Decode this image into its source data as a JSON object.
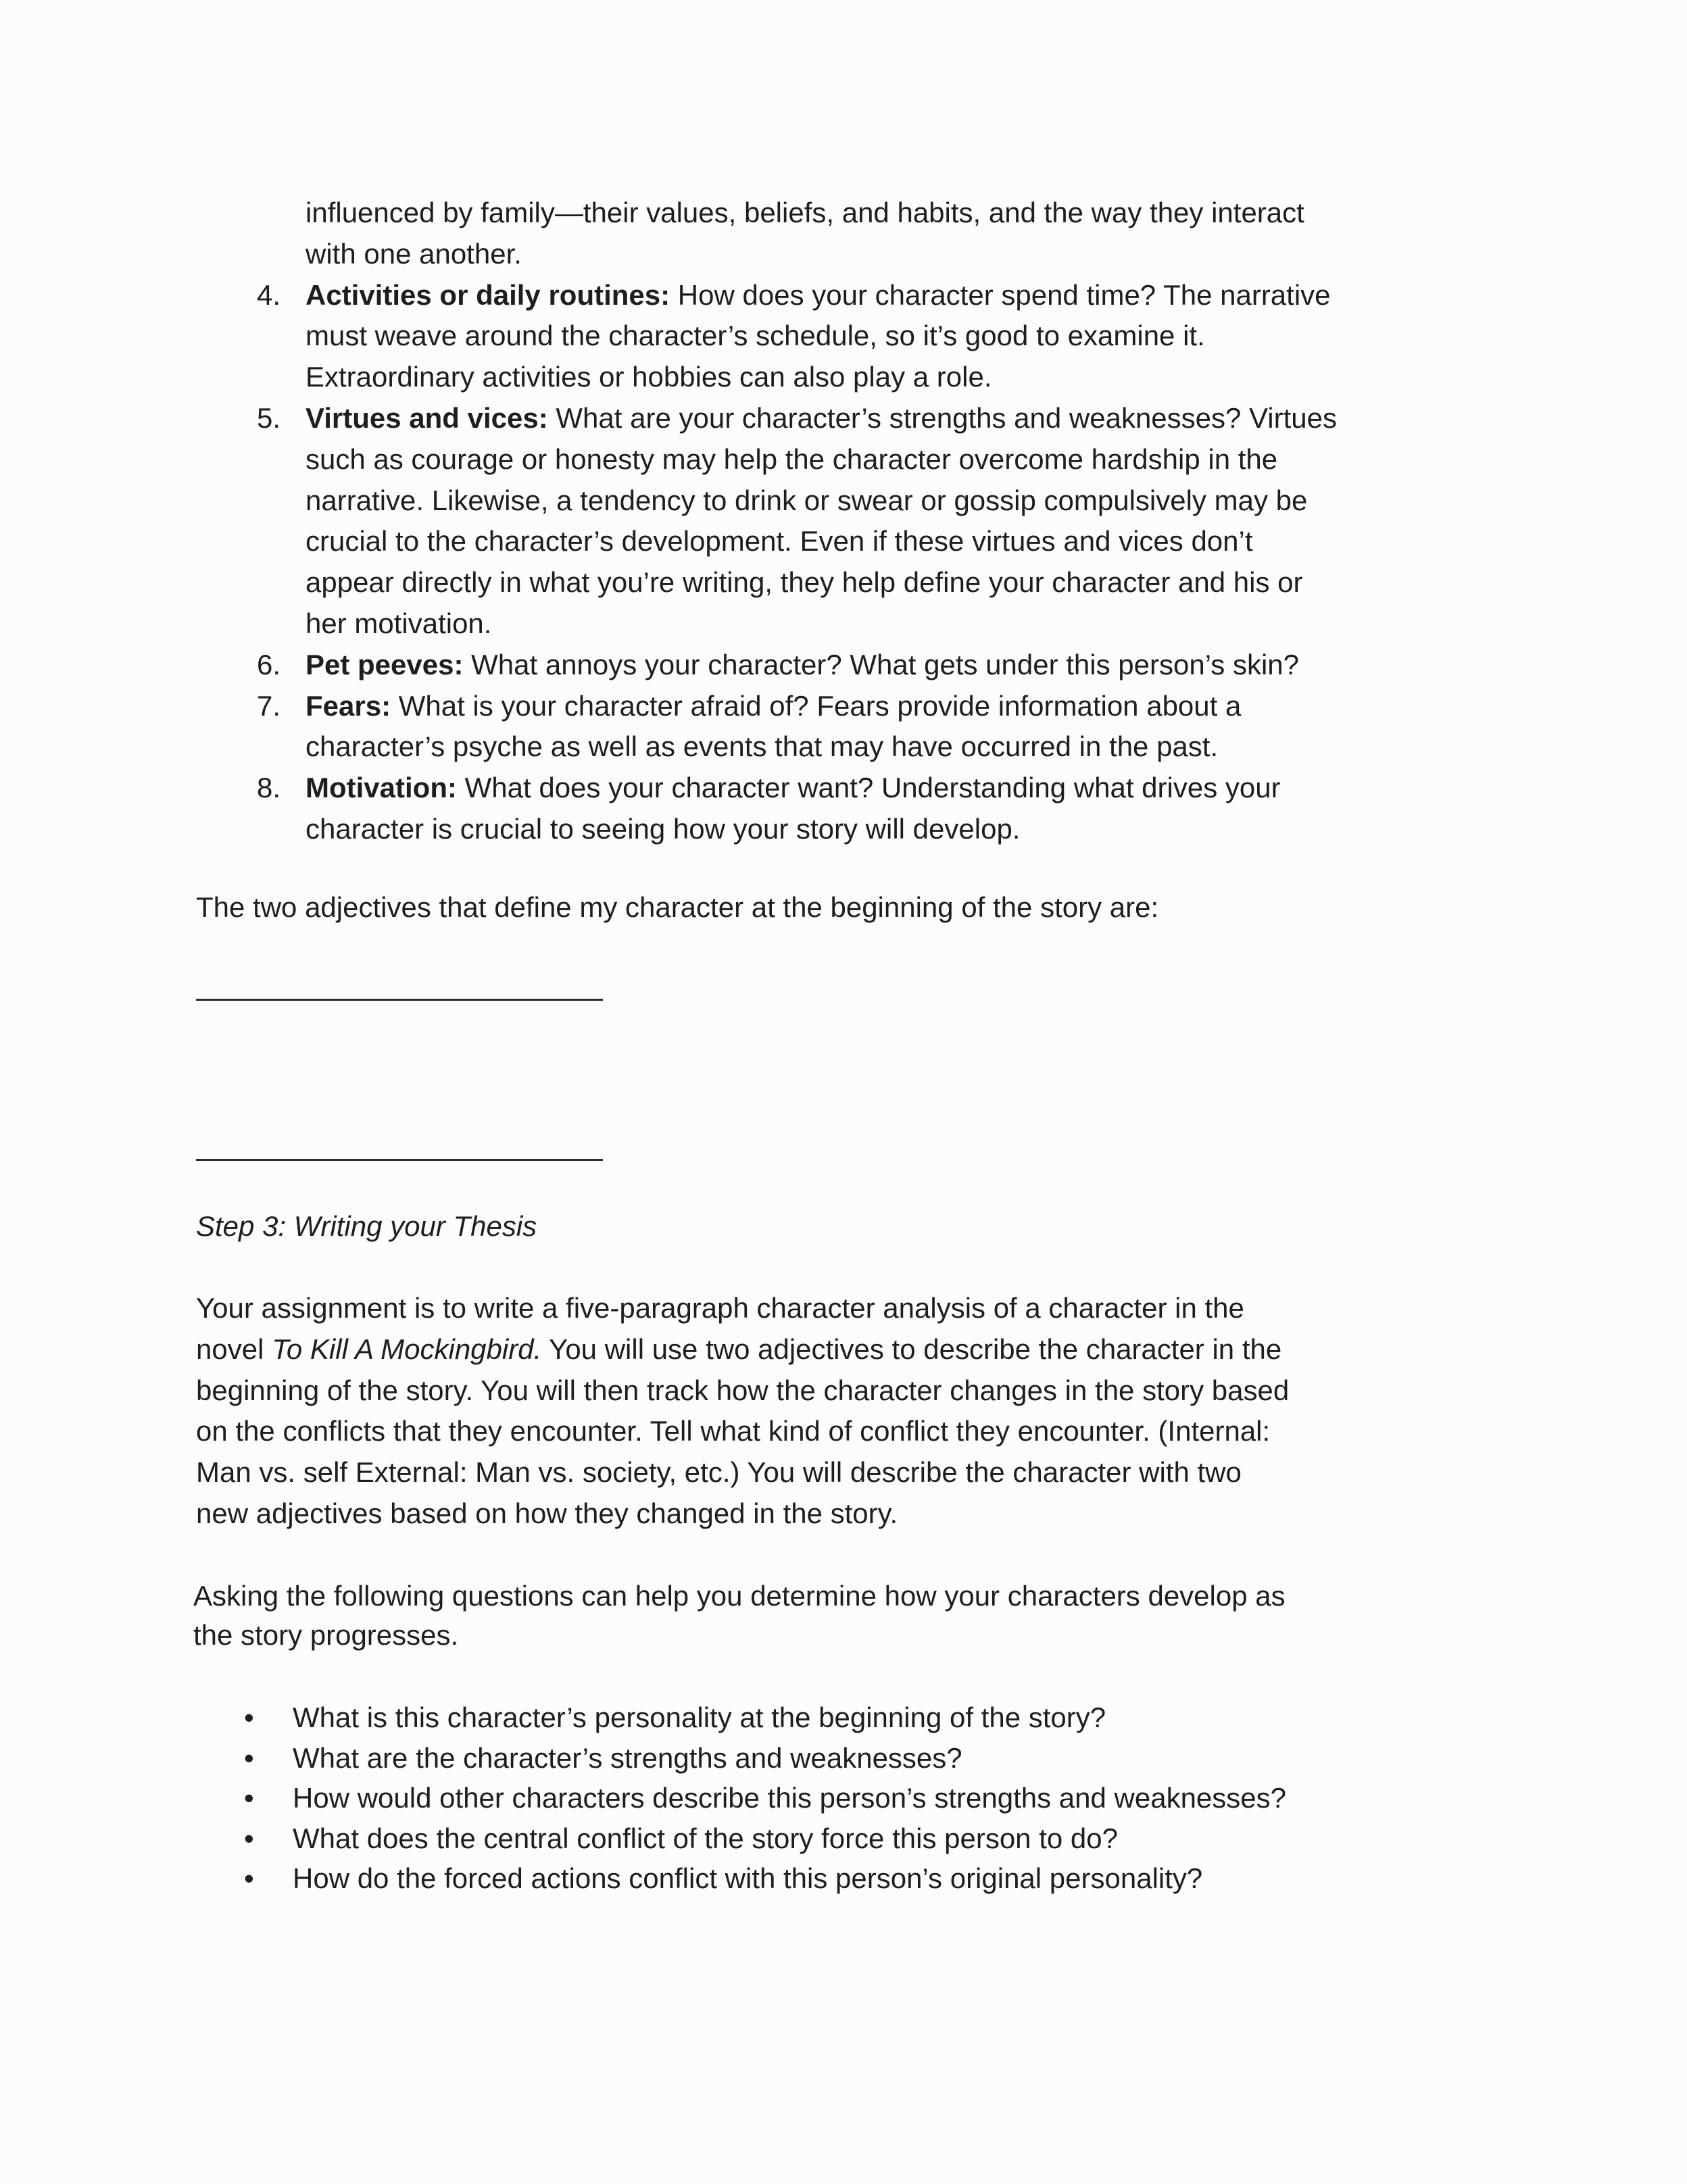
{
  "list": {
    "items": [
      {
        "number": "",
        "label": "",
        "lines": [
          "influenced by family—their values, beliefs, and habits, and the way they interact",
          "with one another."
        ]
      },
      {
        "number": "4.",
        "label": "Activities or daily routines:",
        "lines": [
          " How does your character spend time? The narrative",
          "must weave around the character’s schedule, so it’s good to examine it.",
          "Extraordinary activities or hobbies can also play a role."
        ]
      },
      {
        "number": "5.",
        "label": "Virtues and vices:",
        "lines": [
          " What are your character’s strengths and weaknesses? Virtues",
          "such as courage or honesty may help the character overcome hardship in the",
          "narrative. Likewise, a tendency to drink or swear or gossip compulsively may be",
          "crucial to the character’s development. Even if these virtues and vices don’t",
          "appear directly in what you’re writing, they help define your character and his or",
          "her motivation."
        ]
      },
      {
        "number": "6.",
        "label": "Pet peeves:",
        "lines": [
          " What annoys your character? What gets under this person’s skin?"
        ]
      },
      {
        "number": "7.",
        "label": "Fears:",
        "lines": [
          " What is your character afraid of? Fears provide information about a",
          "character’s psyche as well as events that may have occurred in the past."
        ]
      },
      {
        "number": "8.",
        "label": "Motivation:",
        "lines": [
          " What does your character want? Understanding what drives your",
          "character is crucial to seeing how your story will develop."
        ]
      }
    ]
  },
  "adjectives_prompt": "The two adjectives that define my character at the beginning of the story are:",
  "step3_heading": "Step 3:  Writing your Thesis",
  "assignment": {
    "line1": "Your assignment is to write a five-paragraph character analysis of a character in the",
    "line2_pre": "novel ",
    "line2_title": "To Kill A Mockingbird.",
    "line2_post": "  You will use two adjectives to describe the character in the",
    "lines_rest": [
      "beginning of the story. You will then track how the character changes in the story based",
      "on the conflicts that they encounter. Tell what kind of conflict they encounter. (Internal:",
      "Man vs. self External: Man vs. society, etc.)  You will describe the character with two",
      "new adjectives based on how they changed in the story."
    ]
  },
  "asking": [
    "Asking the following questions can help you determine how your characters develop as",
    "the story progresses."
  ],
  "bullet_char": "•",
  "questions": [
    "What is this character’s personality at the beginning of the story?",
    "What are the character’s strengths and weaknesses?",
    "How would other characters describe this person’s strengths and weaknesses?",
    "What does the central conflict of the story force this person to do?",
    "How do the forced actions conflict with this person’s original personality?"
  ]
}
